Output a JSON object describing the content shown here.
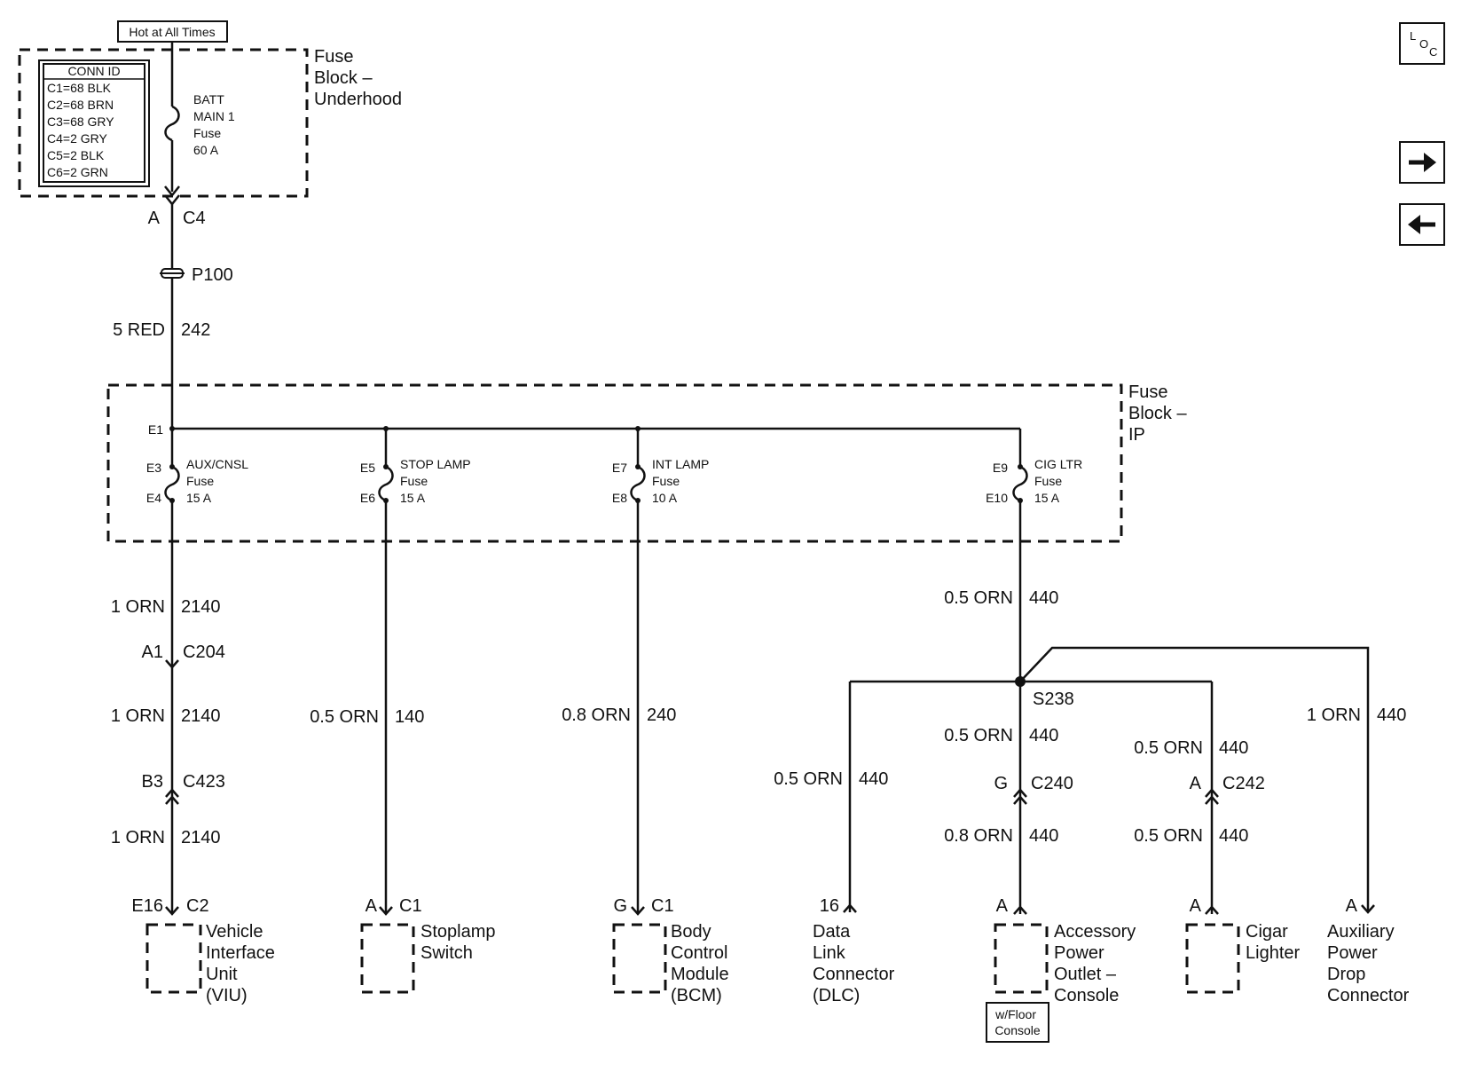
{
  "hot_label": "Hot at All Times",
  "conn_id": {
    "title": "CONN ID",
    "rows": [
      "C1=68 BLK",
      "C2=68 BRN",
      "C3=68 GRY",
      "C4=2 GRY",
      "C5=2 BLK",
      "C6=2 GRN"
    ]
  },
  "underhood": {
    "title": [
      "Fuse",
      "Block –",
      "Underhood"
    ],
    "fuse": [
      "BATT",
      "MAIN 1",
      "Fuse",
      "60 A"
    ],
    "conn_pin": "A",
    "conn": "C4"
  },
  "p100": "P100",
  "main_wire": {
    "size": "5 RED",
    "circuit": "242"
  },
  "fuse_ip": {
    "title": [
      "Fuse",
      "Block –",
      "IP"
    ],
    "e1": "E1",
    "fuses": [
      {
        "top": "E3",
        "bottom": "E4",
        "name": "AUX/CNSL",
        "word": "Fuse",
        "rating": "15 A"
      },
      {
        "top": "E5",
        "bottom": "E6",
        "name": "STOP LAMP",
        "word": "Fuse",
        "rating": "15 A"
      },
      {
        "top": "E7",
        "bottom": "E8",
        "name": "INT LAMP",
        "word": "Fuse",
        "rating": "10 A"
      },
      {
        "top": "E9",
        "bottom": "E10",
        "name": "CIG LTR",
        "word": "Fuse",
        "rating": "15 A"
      }
    ]
  },
  "wires": {
    "viu_1": {
      "size": "1 ORN",
      "circuit": "2140"
    },
    "c204": {
      "pin": "A1",
      "conn": "C204"
    },
    "viu_2": {
      "size": "1 ORN",
      "circuit": "2140"
    },
    "c423": {
      "pin": "B3",
      "conn": "C423"
    },
    "viu_3": {
      "size": "1 ORN",
      "circuit": "2140"
    },
    "stop": {
      "size": "0.5 ORN",
      "circuit": "140"
    },
    "bcm": {
      "size": "0.8 ORN",
      "circuit": "240"
    },
    "cig_main": {
      "size": "0.5 ORN",
      "circuit": "440"
    },
    "splice": "S238",
    "dlc": {
      "size": "0.5 ORN",
      "circuit": "440"
    },
    "apo_1": {
      "size": "0.5 ORN",
      "circuit": "440"
    },
    "c240": {
      "pin": "G",
      "conn": "C240"
    },
    "apo_2": {
      "size": "0.8 ORN",
      "circuit": "440"
    },
    "cig_1": {
      "size": "0.5 ORN",
      "circuit": "440"
    },
    "c242": {
      "pin": "A",
      "conn": "C242"
    },
    "cig_2": {
      "size": "0.5 ORN",
      "circuit": "440"
    },
    "aux": {
      "size": "1 ORN",
      "circuit": "440"
    }
  },
  "components": {
    "viu": {
      "pin": "E16",
      "conn": "C2",
      "name": [
        "Vehicle",
        "Interface",
        "Unit",
        "(VIU)"
      ]
    },
    "stoplamp": {
      "pin": "A",
      "conn": "C1",
      "name": [
        "Stoplamp",
        "Switch"
      ]
    },
    "bcm": {
      "pin": "G",
      "conn": "C1",
      "name": [
        "Body",
        "Control",
        "Module",
        "(BCM)"
      ]
    },
    "dlc": {
      "pin": "16",
      "name": [
        "Data",
        "Link",
        "Connector",
        "(DLC)"
      ]
    },
    "apo": {
      "pin": "A",
      "name": [
        "Accessory",
        "Power",
        "Outlet –",
        "Console"
      ],
      "option": [
        "w/Floor",
        "Console"
      ]
    },
    "cigar": {
      "pin": "A",
      "name": [
        "Cigar",
        "Lighter"
      ]
    },
    "aux_drop": {
      "pin": "A",
      "name": [
        "Auxiliary",
        "Power",
        "Drop",
        "Connector"
      ]
    }
  },
  "nav": {
    "loc_icon": "loc-icon",
    "next_icon": "arrow-right-icon",
    "prev_icon": "arrow-left-icon"
  }
}
